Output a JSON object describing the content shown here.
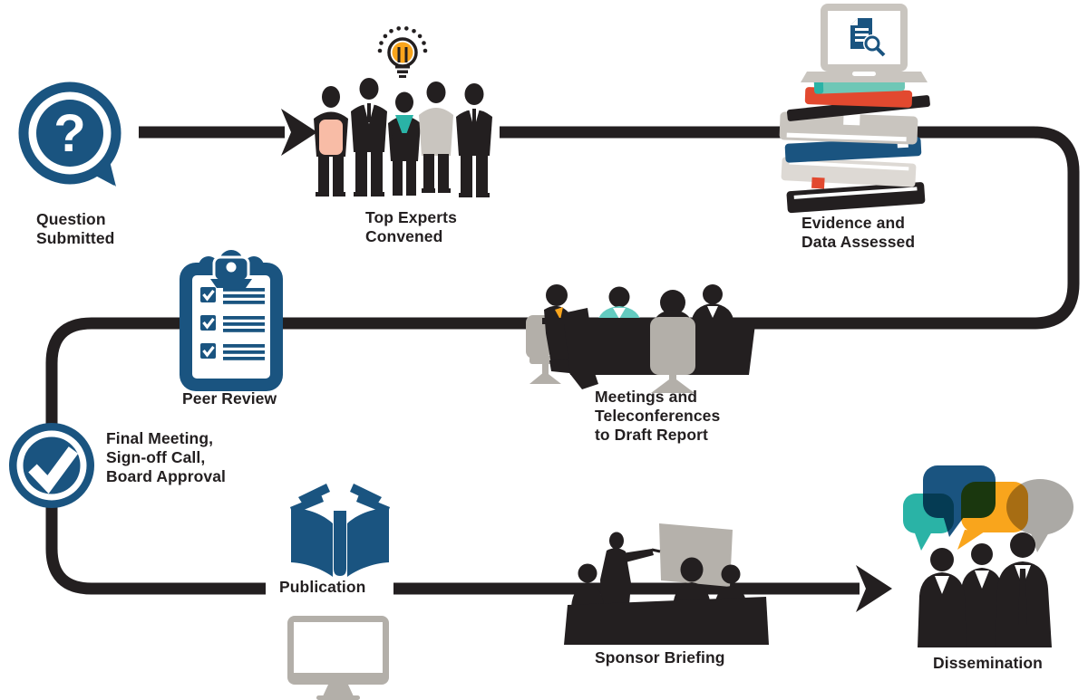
{
  "diagram": {
    "type": "process-flow",
    "palette": {
      "ink": "#231F20",
      "blue": "#1A5480",
      "teal": "#2AB3A6",
      "light_teal": "#63CBC0",
      "yellow": "#F9A51C",
      "orange": "#E2492F",
      "salmon": "#F8BCA6",
      "gray": "#C9C5BF",
      "dark_gray": "#B3AFA9",
      "bubble_gray": "#ABA9A5"
    },
    "question_mark_glyph": "?",
    "steps": [
      {
        "id": "question-submitted",
        "label": "Question\nSubmitted",
        "icon": "question-speech-bubble-icon"
      },
      {
        "id": "top-experts-convened",
        "label": "Top Experts\nConvened",
        "icon": "experts-group-lightbulb-icon"
      },
      {
        "id": "evidence-data-assessed",
        "label": "Evidence and\nData Assessed",
        "icon": "laptop-on-books-icon"
      },
      {
        "id": "meetings-teleconferences",
        "label": "Meetings and\nTeleconferences\nto Draft Report",
        "icon": "meeting-table-icon"
      },
      {
        "id": "peer-review",
        "label": "Peer Review",
        "icon": "clipboard-checklist-icon"
      },
      {
        "id": "final-meeting-signoff",
        "label": "Final Meeting,\nSign-off Call,\nBoard Approval",
        "icon": "checkmark-circle-icon"
      },
      {
        "id": "publication",
        "label": "Publication",
        "icon": "open-book-monitor-icon"
      },
      {
        "id": "sponsor-briefing",
        "label": "Sponsor Briefing",
        "icon": "presentation-screen-icon"
      },
      {
        "id": "dissemination",
        "label": "Dissemination",
        "icon": "speech-bubbles-people-icon"
      }
    ]
  }
}
